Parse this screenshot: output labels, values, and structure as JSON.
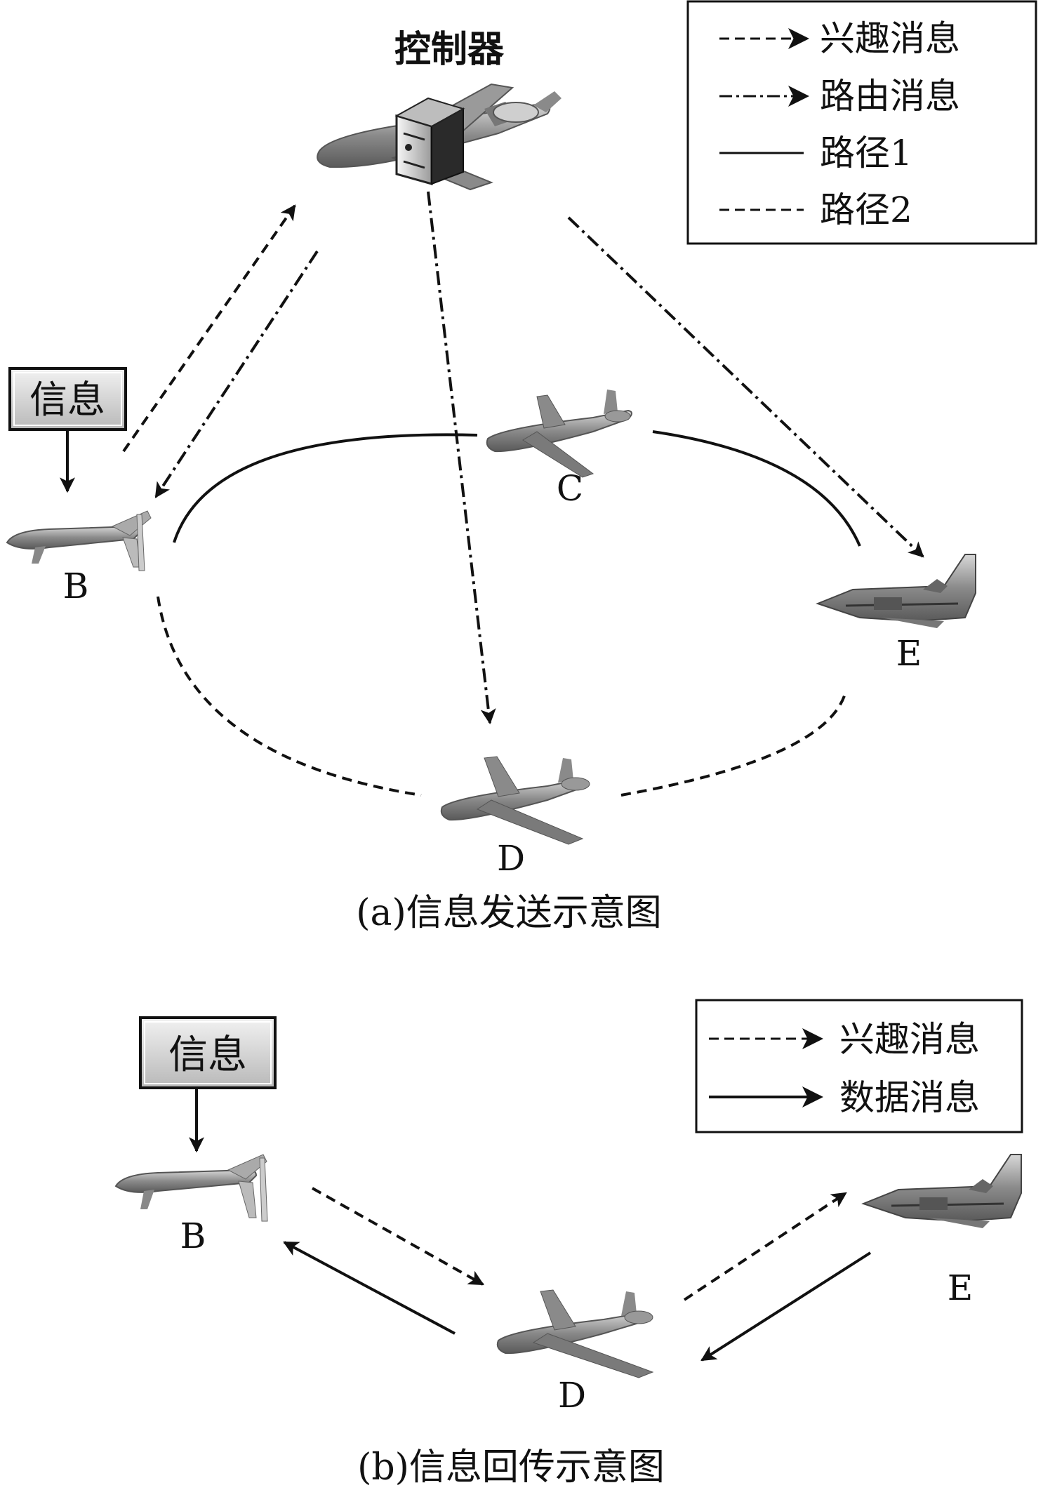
{
  "panel_a": {
    "controller_label": "控制器",
    "info_label": "信息",
    "legend": [
      {
        "style": "dashed-arrow",
        "label": "兴趣消息"
      },
      {
        "style": "dashdot-arrow",
        "label": "路由消息"
      },
      {
        "style": "solid",
        "label": "路径1"
      },
      {
        "style": "dashed",
        "label": "路径2"
      }
    ],
    "nodes": {
      "b": "B",
      "c": "C",
      "d": "D",
      "e": "E"
    },
    "caption": "(a)信息发送示意图"
  },
  "panel_b": {
    "info_label": "信息",
    "legend": [
      {
        "style": "dashed-arrow",
        "label": "兴趣消息"
      },
      {
        "style": "solid-arrow",
        "label": "数据消息"
      }
    ],
    "nodes": {
      "b": "B",
      "d": "D",
      "e": "E"
    },
    "caption": "(b)信息回传示意图"
  },
  "colors": {
    "line": "#111111",
    "box_fill": "#d9d9d9",
    "aircraft": "#9a9a9a"
  },
  "icons": [
    "uav-icon",
    "airliner-icon",
    "fighter-jet-icon",
    "server-icon",
    "awacs-icon"
  ]
}
